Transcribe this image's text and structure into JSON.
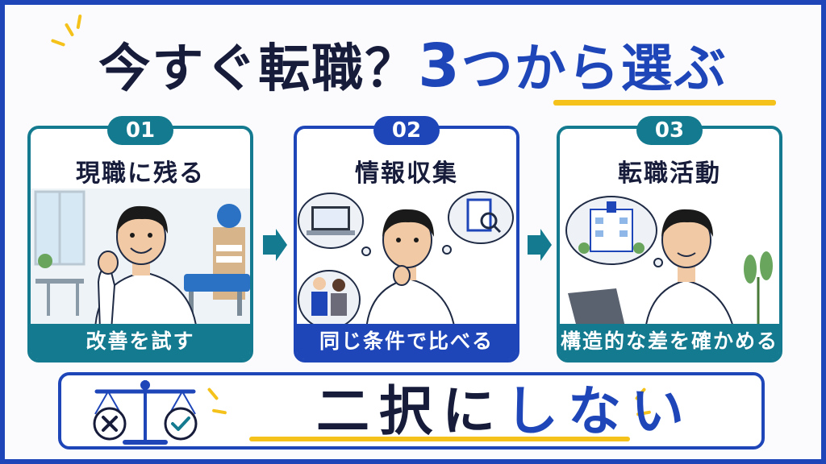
{
  "title": {
    "part1": "今すぐ転職？",
    "part2": "3",
    "part3": "つから選ぶ"
  },
  "cards": [
    {
      "number": "01",
      "title": "現職に残る",
      "footer": "改善を試す"
    },
    {
      "number": "02",
      "title": "情報収集",
      "footer": "同じ条件で比べる"
    },
    {
      "number": "03",
      "title": "転職活動",
      "footer": "構造的な差を確かめる"
    }
  ],
  "bottom": {
    "part1": "二択に",
    "part2": "しない"
  },
  "colors": {
    "teal": "#147a8f",
    "blue": "#1f46b8",
    "yellow": "#f4c21a",
    "dark": "#161c3a"
  },
  "icons": [
    "balance-scale-icon",
    "cross-icon",
    "check-icon",
    "arrow-right-icon"
  ]
}
